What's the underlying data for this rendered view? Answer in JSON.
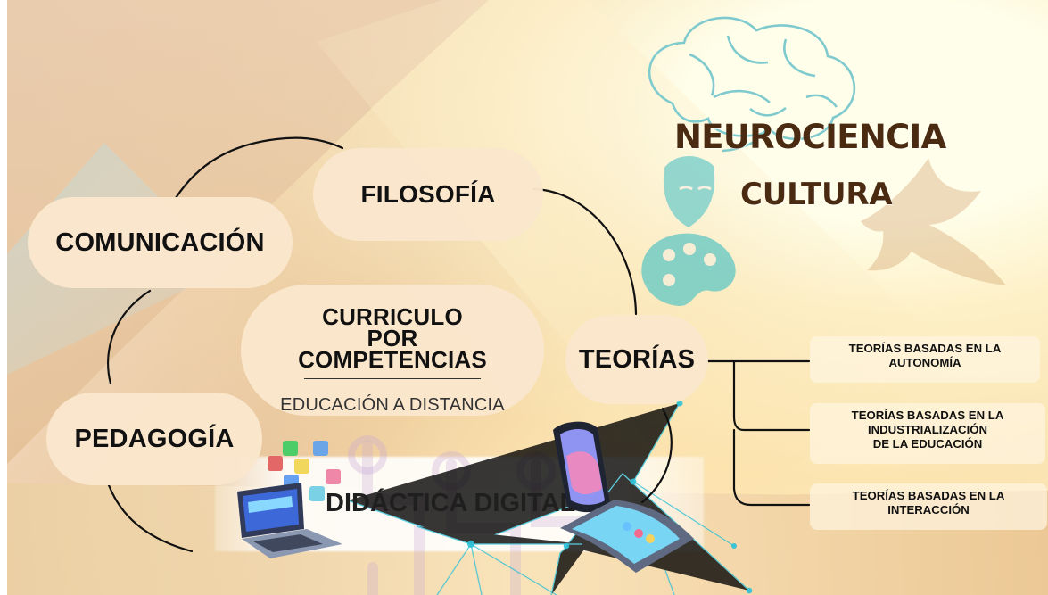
{
  "hero": {
    "title": "NEUROCIENCIA",
    "subtitle": "CULTURA"
  },
  "mindmap": {
    "filosofia": "FILOSOFÍA",
    "comunicacion": "COMUNICACIÓN",
    "teorias": "TEORÍAS",
    "pedagogia": "PEDAGOGÍA",
    "curriculo_lines": [
      "CURRICULO POR",
      "COMPETENCIAS"
    ],
    "educacion_distancia": "EDUCACIÓN A DISTANCIA",
    "didactica": "DIDÁCTICA DIGITAL"
  },
  "theories": [
    {
      "lines": [
        "TEORÍAS BASADAS EN LA",
        "AUTONOMÍA"
      ]
    },
    {
      "lines": [
        "TEORÍAS BASADAS EN LA",
        "INDUSTRIALIZACIÓN",
        "DE LA EDUCACIÓN"
      ]
    },
    {
      "lines": [
        "TEORÍAS BASADAS EN LA",
        "INTERACCIÓN"
      ]
    }
  ],
  "colors": {
    "pill": "#fae6cc",
    "accent": "#4a2a10",
    "connector": "#111111",
    "network": "#2ec1d8",
    "icon_teal": "#6ecfc8"
  },
  "icons": [
    "brain-icon",
    "theater-mask-icon",
    "palette-icon",
    "dove-icon",
    "laptop-icon",
    "smartphone-icon",
    "tablet-icon",
    "app-icons-cluster"
  ]
}
